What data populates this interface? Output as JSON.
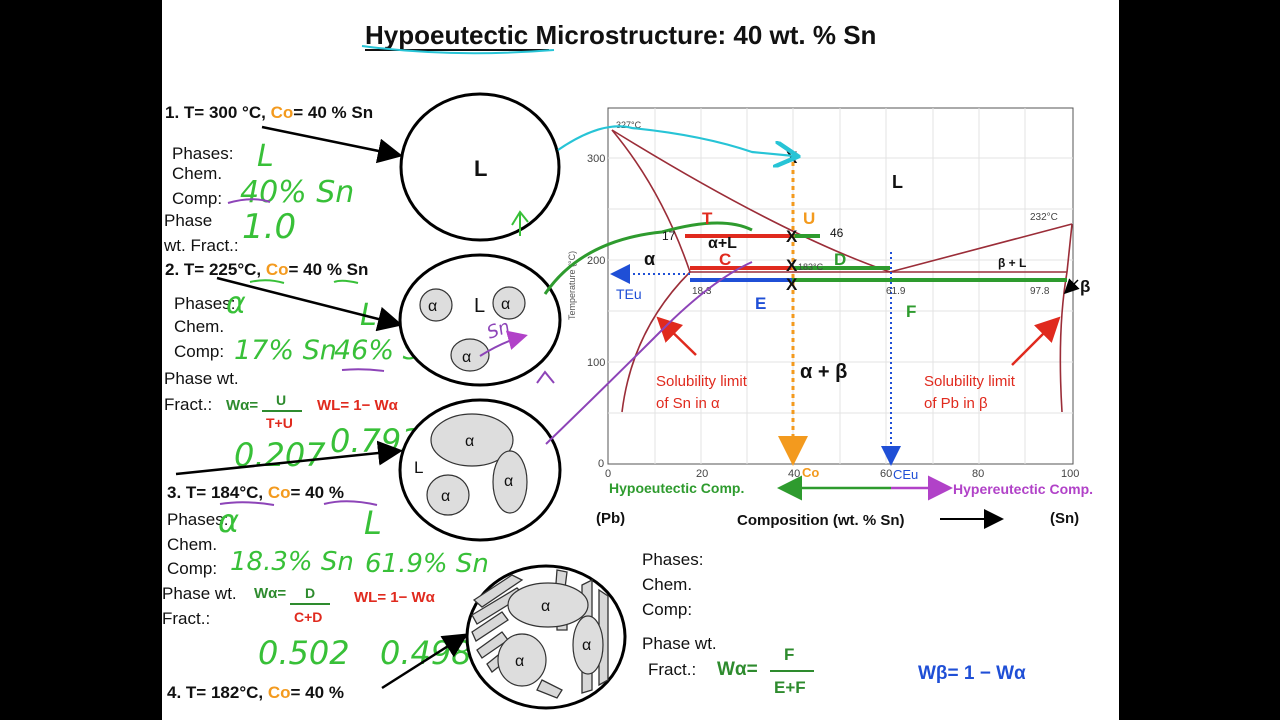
{
  "title": "Hypoeutectic Microstructure: 40 wt. % Sn",
  "colors": {
    "orange": "#f39a1e",
    "green": "#2e8b2e",
    "red": "#e02a1e",
    "blue": "#1f4fd6",
    "purple": "#8d44b8",
    "cyan": "#27c4d6",
    "hwgreen": "#38c038",
    "phase": "#9b2d38"
  },
  "steps": [
    {
      "num": "1.",
      "t_label": "T= 300 °C,",
      "co": "Co",
      "co_rest": "= 40 % Sn",
      "phases": "Phases:",
      "chem": "Chem.",
      "comp": "Comp:",
      "phase_wt": "Phase",
      "fract": "wt. Fract.:",
      "hw_phases": "L",
      "hw_comp": "40% Sn",
      "hw_fract": "1.0",
      "circle_label": "L"
    },
    {
      "num": "2.",
      "t_label": "T= 225°C,",
      "co": "Co",
      "co_rest": "= 40 % Sn",
      "phases": "Phases:",
      "chem": "Chem.",
      "comp": "Comp:",
      "phase_wt": "Phase wt.",
      "fract": "Fract.:",
      "hw_phase_a": "α",
      "hw_phase_b": "L",
      "hw_comp_a": "17% Sn",
      "hw_comp_b": "46% Sn",
      "formula_a": "Wα=",
      "formula_a_num": "U",
      "formula_a_den": "T+U",
      "formula_b": "WL= 1− Wα",
      "hw_fract_a": "0.207",
      "hw_fract_b": "0.793",
      "circle_L": "L",
      "circle_a": "α",
      "hw_sn": "Sn"
    },
    {
      "num": "3.",
      "t_label": "T= 184°C,",
      "co": "Co",
      "co_rest": "= 40 %",
      "phases": "Phases:",
      "chem": "Chem.",
      "comp": "Comp:",
      "phase_wt": "Phase wt.",
      "fract": "Fract.:",
      "hw_phase_a": "α",
      "hw_phase_b": "L",
      "hw_comp_a": "18.3% Sn",
      "hw_comp_b": "61.9% Sn",
      "formula_a": "Wα=",
      "formula_a_num": "D",
      "formula_a_den": "C+D",
      "formula_b": "WL= 1− Wα",
      "hw_fract_a": "0.502",
      "hw_fract_b": "0.498",
      "circle_L": "L",
      "circle_a": "α"
    },
    {
      "num": "4.",
      "t_label": "T= 182°C,",
      "co": "Co",
      "co_rest": "= 40 %",
      "phases": "Phases:",
      "chem": "Chem.",
      "comp": "Comp:",
      "phase_wt": "Phase wt.",
      "fract": "Fract.:",
      "formula_a": "Wα=",
      "formula_a_num": "F",
      "formula_a_den": "E+F",
      "formula_b": "Wβ= 1 − Wα",
      "circle_a": "α"
    }
  ],
  "diagram": {
    "ylabel": "Temperature (°C)",
    "yticks": [
      "300",
      "200",
      "100",
      "0"
    ],
    "xticks": [
      "0",
      "20",
      "40",
      "60",
      "80",
      "100"
    ],
    "co_tick": "Co",
    "ceu_tick": "CEu",
    "pts": {
      "pb_melt": "327°C",
      "sn_melt": "232°C",
      "a17": "17",
      "l46": "46",
      "a183": "18.3",
      "eut": "61.9",
      "b978": "97.8",
      "t183": "183°C"
    },
    "regions": {
      "L": "L",
      "aL": "α+L",
      "a": "α",
      "bL": "β + L",
      "b": "β",
      "ab": "α + β"
    },
    "letters": {
      "T": "T",
      "U": "U",
      "C": "C",
      "D": "D",
      "E": "E",
      "F": "F",
      "X": "X"
    },
    "teu": "TEu",
    "sol_a": [
      "Solubility limit",
      "of Sn in α"
    ],
    "sol_b": [
      "Solubility limit",
      "of Pb in β"
    ],
    "hypo": "Hypoeutectic Comp.",
    "hyper": "Hypereutectic Comp.",
    "pb": "(Pb)",
    "sn": "(Sn)",
    "xlabel": "Composition (wt. % Sn)"
  }
}
